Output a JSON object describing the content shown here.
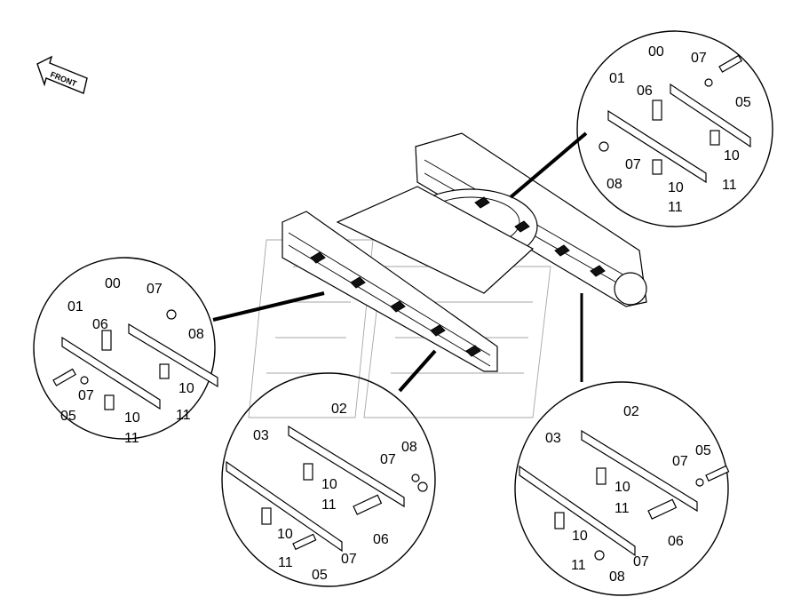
{
  "front_label": "FRONT",
  "details": {
    "top_right": {
      "labels": {
        "a": "00",
        "b": "07",
        "c": "01",
        "d": "06",
        "e": "05",
        "f": "07",
        "g": "10",
        "h": "08",
        "i": "10",
        "j": "11",
        "k": "11"
      }
    },
    "left": {
      "labels": {
        "a": "00",
        "b": "07",
        "c": "01",
        "d": "08",
        "e": "06",
        "f": "10",
        "g": "07",
        "h": "11",
        "i": "05",
        "j": "10",
        "k": "11"
      }
    },
    "bottom_center": {
      "labels": {
        "a": "02",
        "b": "03",
        "c": "08",
        "d": "07",
        "e": "10",
        "f": "11",
        "g": "10",
        "h": "06",
        "i": "07",
        "j": "11",
        "k": "05"
      }
    },
    "bottom_right": {
      "labels": {
        "a": "02",
        "b": "03",
        "c": "05",
        "d": "07",
        "e": "10",
        "f": "11",
        "g": "10",
        "h": "06",
        "i": "07",
        "j": "11",
        "k": "08"
      }
    }
  }
}
